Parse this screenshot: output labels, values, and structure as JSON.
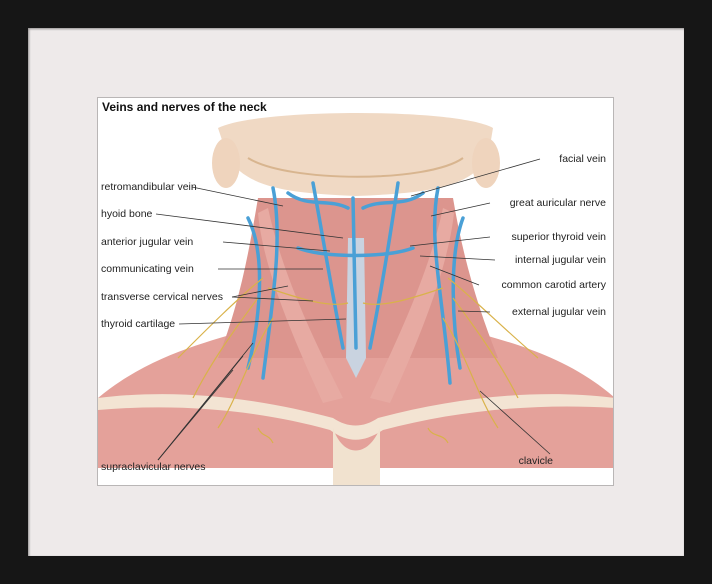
{
  "title": "Veins and nerves of the neck",
  "labels_left": {
    "retromandibular": "retromandibular vein",
    "hyoid": "hyoid bone",
    "anterior_jugular": "anterior jugular vein",
    "communicating": "communicating vein",
    "transverse_cervical": "transverse cervical nerves",
    "thyroid_cartilage": "thyroid cartilage",
    "supraclavicular": "supraclavicular nerves"
  },
  "labels_right": {
    "facial": "facial vein",
    "great_auricular": "great auricular nerve",
    "superior_thyroid": "superior thyroid vein",
    "internal_jugular": "internal jugular vein",
    "common_carotid": "common carotid artery",
    "external_jugular": "external jugular vein",
    "clavicle": "clavicle"
  },
  "colors": {
    "muscle": "#e4a19a",
    "vein": "#4aa0d6",
    "nerve": "#d9b24a",
    "skin": "#f0d9c4",
    "frame": "#161616",
    "mat": "#eeeaea"
  }
}
